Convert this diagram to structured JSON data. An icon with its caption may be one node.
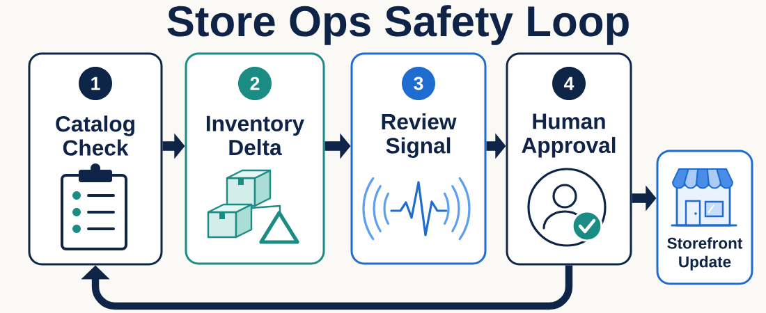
{
  "diagram": {
    "title": "Store Ops Safety Loop",
    "nodes": [
      {
        "text": [
          "1",
          "Catalog Check"
        ]
      },
      {
        "text": [
          "2",
          "Inventory Delta"
        ]
      },
      {
        "text": [
          "3",
          "Review Signal"
        ]
      },
      {
        "text": [
          "4",
          "Human Approval"
        ]
      },
      {
        "text": [
          "Storefront Update"
        ]
      }
    ],
    "edges": [
      {
        "from": 0,
        "to": 1,
        "arrow": "to"
      },
      {
        "from": 1,
        "to": 2,
        "arrow": "to"
      },
      {
        "from": 2,
        "to": 3,
        "arrow": "to"
      },
      {
        "from": 3,
        "to": 4,
        "arrow": "to"
      },
      {
        "from": 3,
        "to": 0,
        "arrow": "to"
      }
    ]
  }
}
